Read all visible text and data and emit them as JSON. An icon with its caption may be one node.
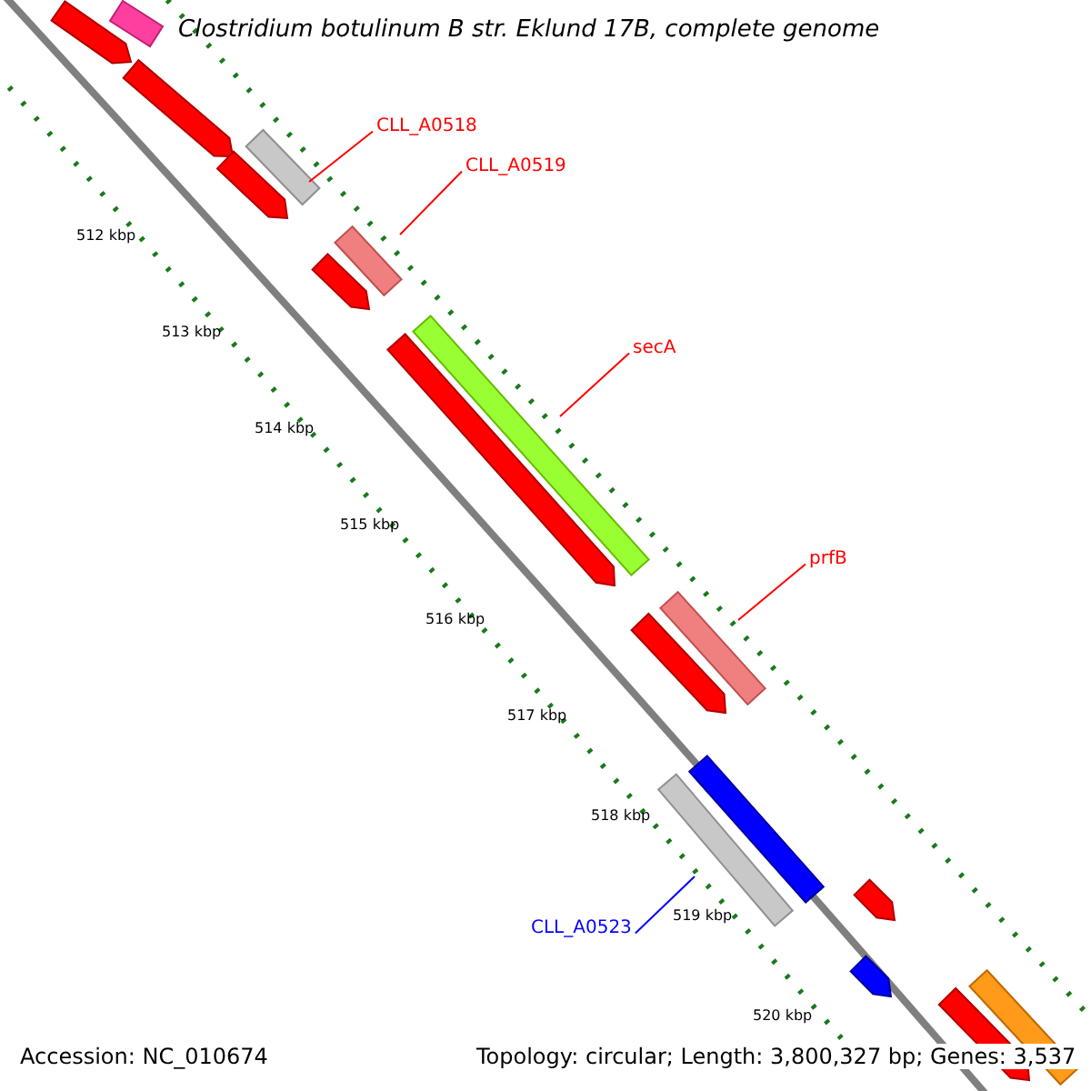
{
  "diagram": {
    "title": "Clostridium botulinum B str. Eklund 17B, complete genome",
    "nodes": [
      {
        "text": [
          "CLL_A0518"
        ]
      },
      {
        "text": [
          "CLL_A0519"
        ]
      },
      {
        "text": [
          "secA"
        ]
      },
      {
        "text": [
          "prfB"
        ]
      },
      {
        "text": [
          "CLL_A0523"
        ]
      },
      {
        "text": [],
        "shape": "bar"
      },
      {
        "text": [],
        "shape": "bar"
      },
      {
        "text": [],
        "shape": "bar"
      },
      {
        "text": [],
        "shape": "bar"
      },
      {
        "text": [],
        "shape": "bar"
      },
      {
        "text": [],
        "shape": "bar"
      },
      {
        "text": [],
        "shape": "bar"
      }
    ],
    "edges": [
      {
        "from": 0,
        "to": 5,
        "arrow": "none",
        "color": "#ff0000"
      },
      {
        "from": 1,
        "to": 6,
        "arrow": "none",
        "color": "#ff0000"
      },
      {
        "from": 2,
        "to": 7,
        "arrow": "none",
        "color": "#ff0000"
      },
      {
        "from": 3,
        "to": 8,
        "arrow": "none",
        "color": "#ff0000"
      },
      {
        "from": 4,
        "to": 9,
        "arrow": "none",
        "color": "#0000ff"
      }
    ],
    "labels": [
      "512 kbp",
      "513 kbp",
      "514 kbp",
      "515 kbp",
      "516 kbp",
      "517 kbp",
      "518 kbp",
      "519 kbp",
      "520 kbp",
      "Accession: NC_010674",
      "Topology: circular; Length: 3,800,327 bp; Genes: 3,537"
    ]
  }
}
